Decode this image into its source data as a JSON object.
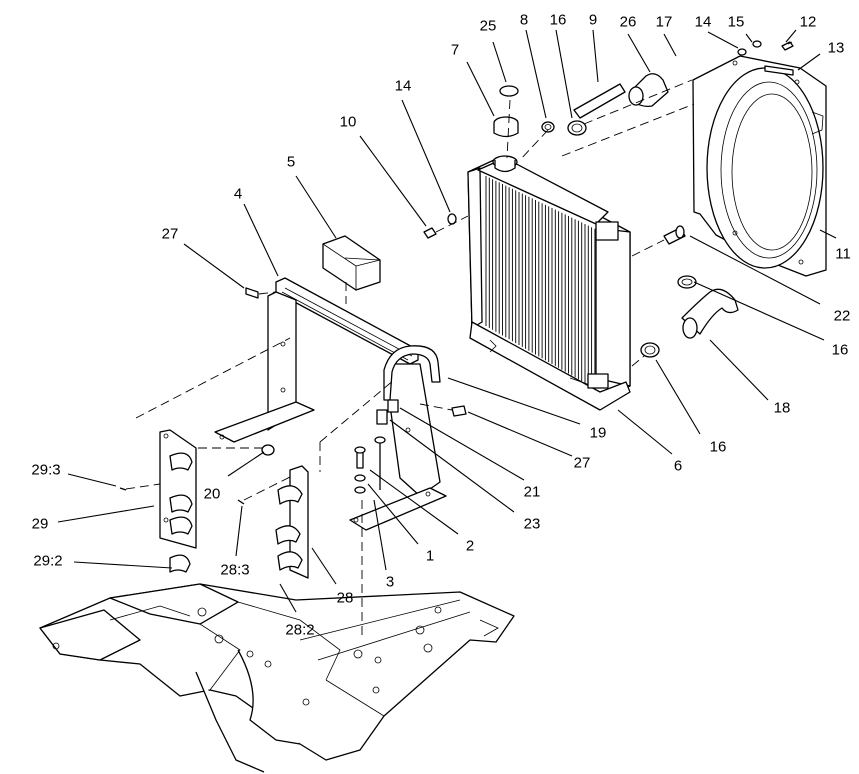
{
  "callouts": [
    {
      "id": "c25",
      "text": "25"
    },
    {
      "id": "c8",
      "text": "8"
    },
    {
      "id": "c16a",
      "text": "16"
    },
    {
      "id": "c9",
      "text": "9"
    },
    {
      "id": "c26",
      "text": "26"
    },
    {
      "id": "c17",
      "text": "17"
    },
    {
      "id": "c14a",
      "text": "14"
    },
    {
      "id": "c15",
      "text": "15"
    },
    {
      "id": "c12",
      "text": "12"
    },
    {
      "id": "c13",
      "text": "13"
    },
    {
      "id": "c7",
      "text": "7"
    },
    {
      "id": "c14b",
      "text": "14"
    },
    {
      "id": "c10",
      "text": "10"
    },
    {
      "id": "c5",
      "text": "5"
    },
    {
      "id": "c4",
      "text": "4"
    },
    {
      "id": "c27a",
      "text": "27"
    },
    {
      "id": "c11",
      "text": "11"
    },
    {
      "id": "c22",
      "text": "22"
    },
    {
      "id": "c16b",
      "text": "16"
    },
    {
      "id": "c18",
      "text": "18"
    },
    {
      "id": "c16c",
      "text": "16"
    },
    {
      "id": "c19",
      "text": "19"
    },
    {
      "id": "c6",
      "text": "6"
    },
    {
      "id": "c27b",
      "text": "27"
    },
    {
      "id": "c21",
      "text": "21"
    },
    {
      "id": "c23",
      "text": "23"
    },
    {
      "id": "c2",
      "text": "2"
    },
    {
      "id": "c1",
      "text": "1"
    },
    {
      "id": "c3",
      "text": "3"
    },
    {
      "id": "c20",
      "text": "20"
    },
    {
      "id": "c293",
      "text": "29:3"
    },
    {
      "id": "c29",
      "text": "29"
    },
    {
      "id": "c292",
      "text": "29:2"
    },
    {
      "id": "c283",
      "text": "28:3"
    },
    {
      "id": "c28",
      "text": "28"
    },
    {
      "id": "c282",
      "text": "28:2"
    }
  ]
}
